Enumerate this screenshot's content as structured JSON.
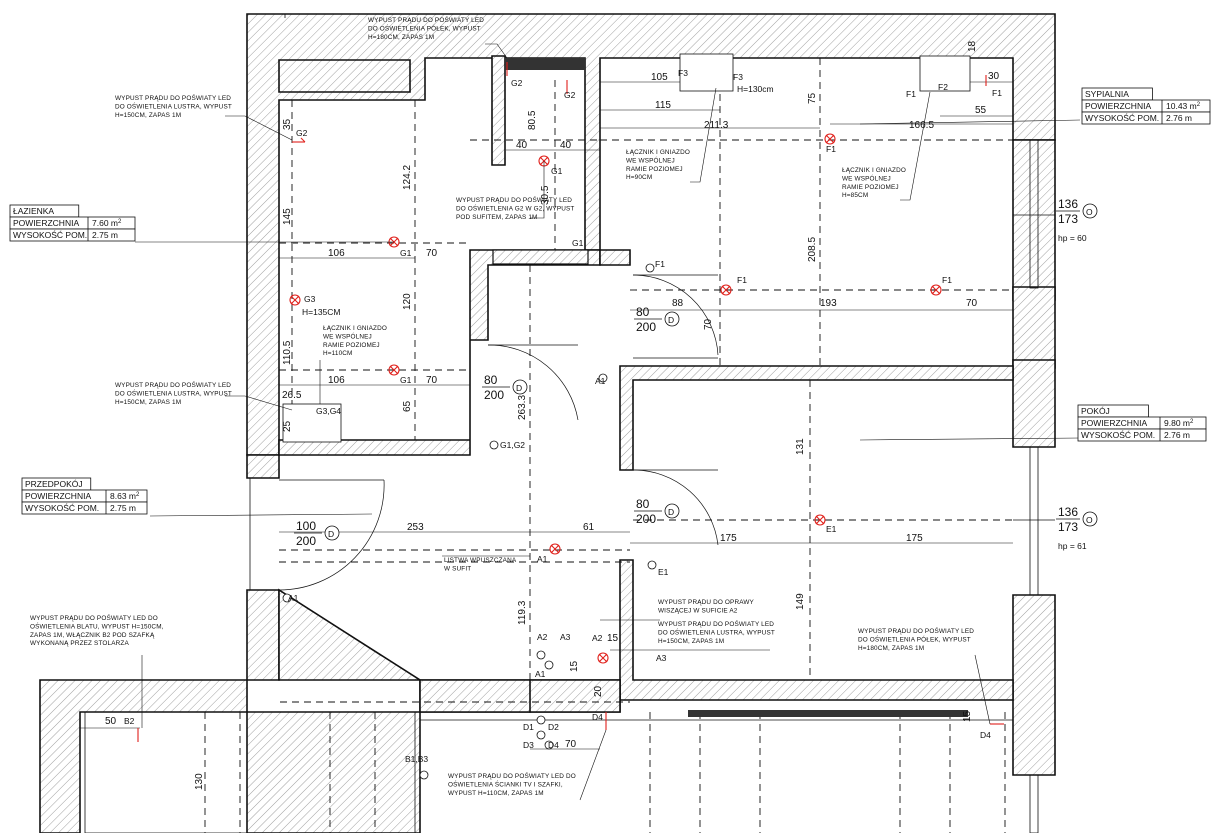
{
  "rooms": [
    {
      "key": "lazienka",
      "name": "ŁAZIENKA",
      "area_label": "POWIERZCHNIA",
      "area": "7.60 m",
      "height_label": "WYSOKOŚĆ POM.",
      "height": "2.75 m"
    },
    {
      "key": "przedpokoj",
      "name": "PRZEDPOKÓJ",
      "area_label": "POWIERZCHNIA",
      "area": "8.63 m",
      "height_label": "WYSOKOŚĆ POM.",
      "height": "2.75 m"
    },
    {
      "key": "sypialnia",
      "name": "SYPIALNIA",
      "area_label": "POWIERZCHNIA",
      "area": "10.43 m",
      "height_label": "WYSOKOŚĆ POM.",
      "height": "2.76 m"
    },
    {
      "key": "pokoj",
      "name": "POKÓJ",
      "area_label": "POWIERZCHNIA",
      "area": "9.80 m",
      "height_label": "WYSOKOŚĆ POM.",
      "height": "2.76 m"
    }
  ],
  "area_unit_sup": "2",
  "windows": [
    {
      "top": "136",
      "bottom": "173",
      "hp": "hp = 60"
    },
    {
      "top": "136",
      "bottom": "173",
      "hp": "hp = 61"
    }
  ],
  "doors": [
    {
      "top": "80",
      "bottom": "200"
    },
    {
      "top": "80",
      "bottom": "200"
    },
    {
      "top": "80",
      "bottom": "200"
    },
    {
      "top": "100",
      "bottom": "200"
    }
  ],
  "door_symbol": "D",
  "window_symbol": "O",
  "notes": {
    "top": [
      "WYPUST PRĄDU DO POŚWIATY LED",
      "DO OŚWIETLENIA PÓŁEK, WYPUST",
      "H=180CM, ZAPAS 1M"
    ],
    "bath_left_1": [
      "WYPUST PRĄDU DO POŚWIATY LED",
      "DO OŚWIETLENIA LUSTRA, WYPUST",
      "H=150CM, ZAPAS 1M"
    ],
    "bath_ceiling": [
      "WYPUST PRĄDU DO POŚWIATY LED",
      "DO OŚWIETLENIA G2 W G2, WYPUST",
      "POD SUFITEM, ZAPAS 1M"
    ],
    "switch_bath": [
      "ŁĄCZNIK I GNIAZDO",
      "WE WSPÓLNEJ",
      "RAMIE POZIOMEJ",
      "H=110CM"
    ],
    "bath_left_2": [
      "WYPUST PRĄDU DO POŚWIATY LED",
      "DO OŚWIETLENIA LUSTRA, WYPUST",
      "H=150CM, ZAPAS 1M"
    ],
    "switch_f3": [
      "ŁĄCZNIK I GNIAZDO",
      "WE WSPÓLNEJ",
      "RAMIE POZIOMEJ",
      "H=90CM"
    ],
    "switch_f1": [
      "ŁĄCZNIK I GNIAZDO",
      "WE WSPÓLNEJ",
      "RAMIE POZIOMEJ",
      "H=85CM"
    ],
    "listwa": [
      "LISTWA WPUSZCZANA",
      "W SUFIT"
    ],
    "kitchen": [
      "WYPUST PRĄDU DO POŚWIATY LED DO",
      "OŚWIETLENIA BLATU, WYPUST H=150CM,",
      "ZAPAS 1M, WŁĄCZNIK B2 POD SZAFKĄ",
      "WYKONANĄ PRZEZ STOLARZA"
    ],
    "wardrobe_1": [
      "WYPUST PRĄDU DO OPRAWY",
      "WISZĄCEJ W SUFICIE A2"
    ],
    "wardrobe_2": [
      "WYPUST PRĄDU DO POŚWIATY LED",
      "DO OŚWIETLENIA LUSTRA, WYPUST",
      "H=150CM, ZAPAS 1M"
    ],
    "pokoj_led": [
      "WYPUST PRĄDU DO POŚWIATY LED",
      "DO OŚWIETLENIA PÓŁEK, WYPUST",
      "H=180CM, ZAPAS 1M"
    ],
    "tv": [
      "WYPUST PRĄDU DO POŚWIATY LED DO",
      "OŚWIETLENIA ŚCIANKI TV I SZAFKI,",
      "WYPUST H=110CM, ZAPAS 1M"
    ]
  },
  "dims": {
    "d105": "105",
    "d115": "115",
    "d2113": "211.3",
    "d75": "75",
    "d30": "30",
    "d55": "55",
    "d1665": "166.5",
    "d35": "35",
    "d805": "80.5",
    "d40a": "40",
    "d40b": "40",
    "d1242": "124.2",
    "d145": "145",
    "d305": "30.5",
    "d106a": "106",
    "d70a": "70",
    "d120": "120",
    "d106b": "106",
    "d70b": "70",
    "d1105": "110.5",
    "d265": "26.5",
    "d25": "25",
    "d65": "65",
    "d2085": "208.5",
    "d88": "88",
    "d193": "193",
    "d70c": "70",
    "d70d": "70",
    "d2633": "263.3",
    "d131": "131",
    "d253": "253",
    "d61": "61",
    "d175a": "175",
    "d175b": "175",
    "d1193": "119.3",
    "d149": "149",
    "d15a": "15",
    "d15b": "15",
    "d20": "20",
    "d50": "50",
    "d130": "130",
    "d70e": "70",
    "d15c": "15",
    "d18": "18"
  },
  "h135": "H=135CM",
  "h130": "H=130cm",
  "labels": [
    "G2",
    "G2",
    "G1",
    "G1",
    "G1",
    "G1",
    "G2",
    "G3",
    "G3,G4",
    "G1,G2",
    "F3",
    "F3",
    "F1",
    "F2",
    "F1",
    "F1",
    "F1",
    "F1",
    "F1",
    "A1",
    "A1",
    "A1",
    "A2",
    "A3",
    "A2",
    "A3",
    "A1",
    "E1",
    "E1",
    "D1",
    "D2",
    "D3",
    "D4",
    "D4",
    "D4",
    "B2",
    "B1,B3"
  ]
}
